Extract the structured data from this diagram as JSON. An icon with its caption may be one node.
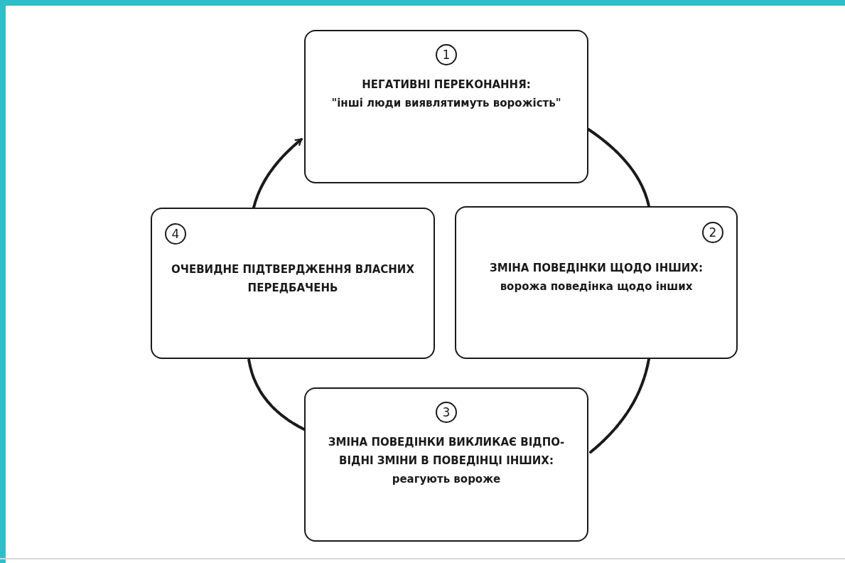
{
  "diagram": {
    "nodes": [
      {
        "text": [
          "1",
          "НЕГАТИВНІ ПЕРЕКОНАННЯ:",
          "\"інші люди виявлятимуть ворожість\""
        ]
      },
      {
        "text": [
          "2",
          "ЗМІНА ПОВЕДІНКИ ЩОДО ІНШИХ:",
          "ворожа поведінка щодо інших"
        ]
      },
      {
        "text": [
          "3",
          "ЗМІНА ПОВЕДІНКИ ВИКЛИКАЄ ВІДПО- ВІДНІ ЗМІНИ В ПОВЕДІНЦІ ІНШИХ:",
          "реагують вороже"
        ]
      },
      {
        "text": [
          "4",
          "ОЧЕВИДНЕ ПІДТВЕРДЖЕННЯ ВЛАСНИХ ПЕРЕДБАЧЕНЬ"
        ]
      }
    ],
    "edges": [
      {
        "from": 0,
        "to": 1,
        "arrow": "none"
      },
      {
        "from": 1,
        "to": 2,
        "arrow": "none"
      },
      {
        "from": 2,
        "to": 3,
        "arrow": "none"
      },
      {
        "from": 3,
        "to": 0,
        "arrow": "to"
      }
    ]
  }
}
